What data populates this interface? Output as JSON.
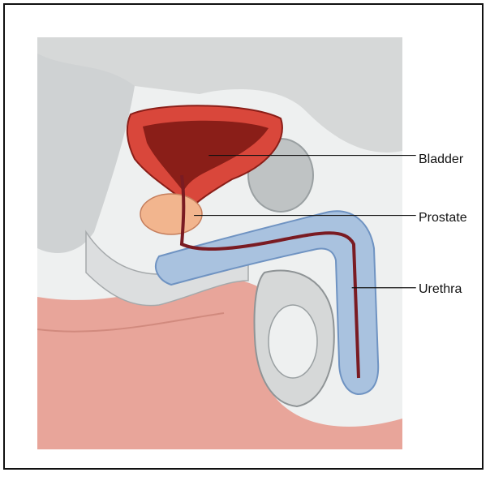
{
  "labels": {
    "bladder": "Bladder",
    "prostate": "Prostate",
    "urethra": "Urethra"
  },
  "colors": {
    "skin": "#e8a59a",
    "skin_dark": "#d18a7e",
    "bladder_wall": "#d9473b",
    "bladder_inner": "#8a1e18",
    "prostate": "#f2b58e",
    "spongy_tissue": "#a9c2df",
    "spongy_dark": "#6f93c2",
    "urethra": "#7a1b22",
    "pelvis_gray": "#d6d8d8",
    "bone_gray": "#bfc3c4",
    "outline": "#111111"
  }
}
